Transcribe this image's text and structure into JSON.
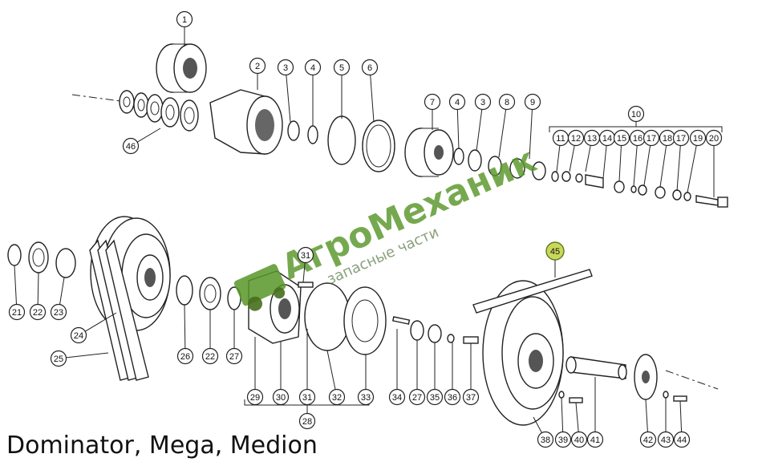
{
  "caption": "Dominator, Mega, Medion",
  "watermark": {
    "brand": "АгроМеханик",
    "tagline": "запасные части",
    "color": "#5a9628"
  },
  "highlight_color": "#c9d85a",
  "highlighted_part": "45",
  "callouts": [
    "1",
    "2",
    "3",
    "4",
    "5",
    "6",
    "7",
    "4",
    "3",
    "8",
    "9",
    "10",
    "11",
    "12",
    "13",
    "14",
    "15",
    "16",
    "17",
    "18",
    "17",
    "19",
    "20",
    "46",
    "21",
    "22",
    "23",
    "24",
    "25",
    "26",
    "22",
    "27",
    "31",
    "45",
    "29",
    "30",
    "31",
    "32",
    "33",
    "28",
    "34",
    "27",
    "35",
    "36",
    "37",
    "38",
    "39",
    "40",
    "41",
    "42",
    "43",
    "44"
  ]
}
